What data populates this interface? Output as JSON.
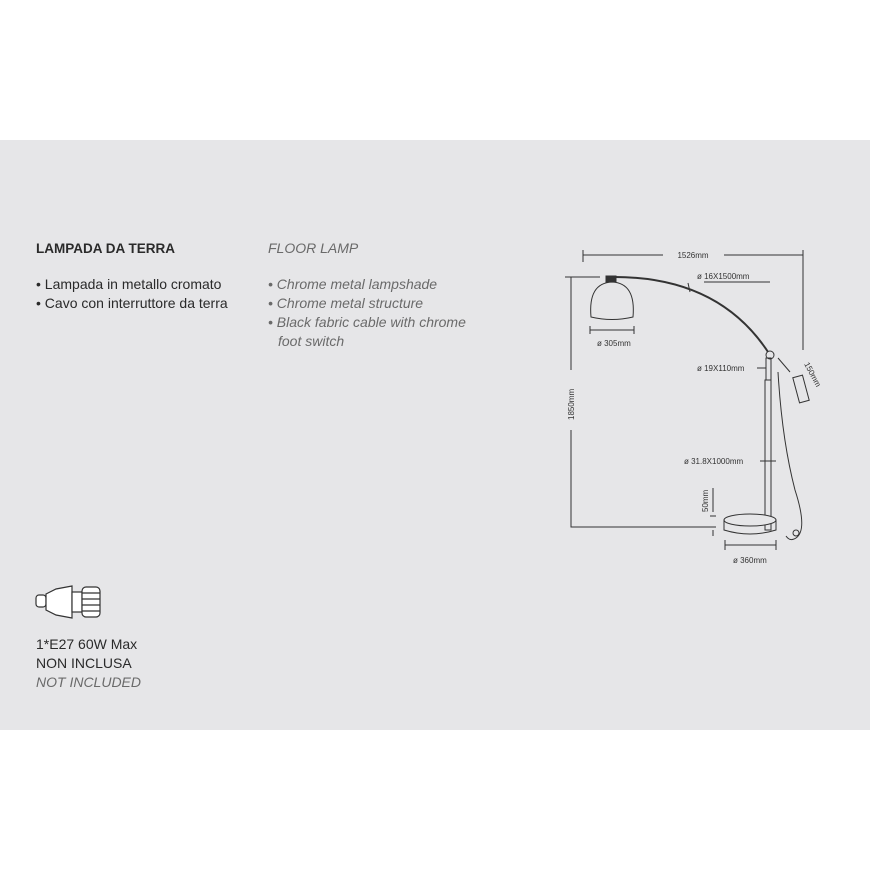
{
  "italian": {
    "title": "LAMPADA DA TERRA",
    "features": [
      "Lampada in metallo cromato",
      "Cavo con interruttore da terra"
    ]
  },
  "english": {
    "title": "FLOOR LAMP",
    "features": [
      "Chrome metal lampshade",
      "Chrome metal structure",
      "Black fabric cable with chrome foot switch"
    ]
  },
  "bulb": {
    "icon": "bulb-icon",
    "spec": "1*E27 60W Max",
    "not_included_it": "NON INCLUSA",
    "not_included_en": "NOT INCLUDED"
  },
  "diagram": {
    "width": "1526mm",
    "arm": "ø 16X1500mm",
    "shade": "ø 305mm",
    "joint": "ø 19X110mm",
    "switch_len": "150mm",
    "height": "1850mm",
    "pole": "ø 31.8X1000mm",
    "base_height": "50mm",
    "base": "ø 360mm"
  }
}
